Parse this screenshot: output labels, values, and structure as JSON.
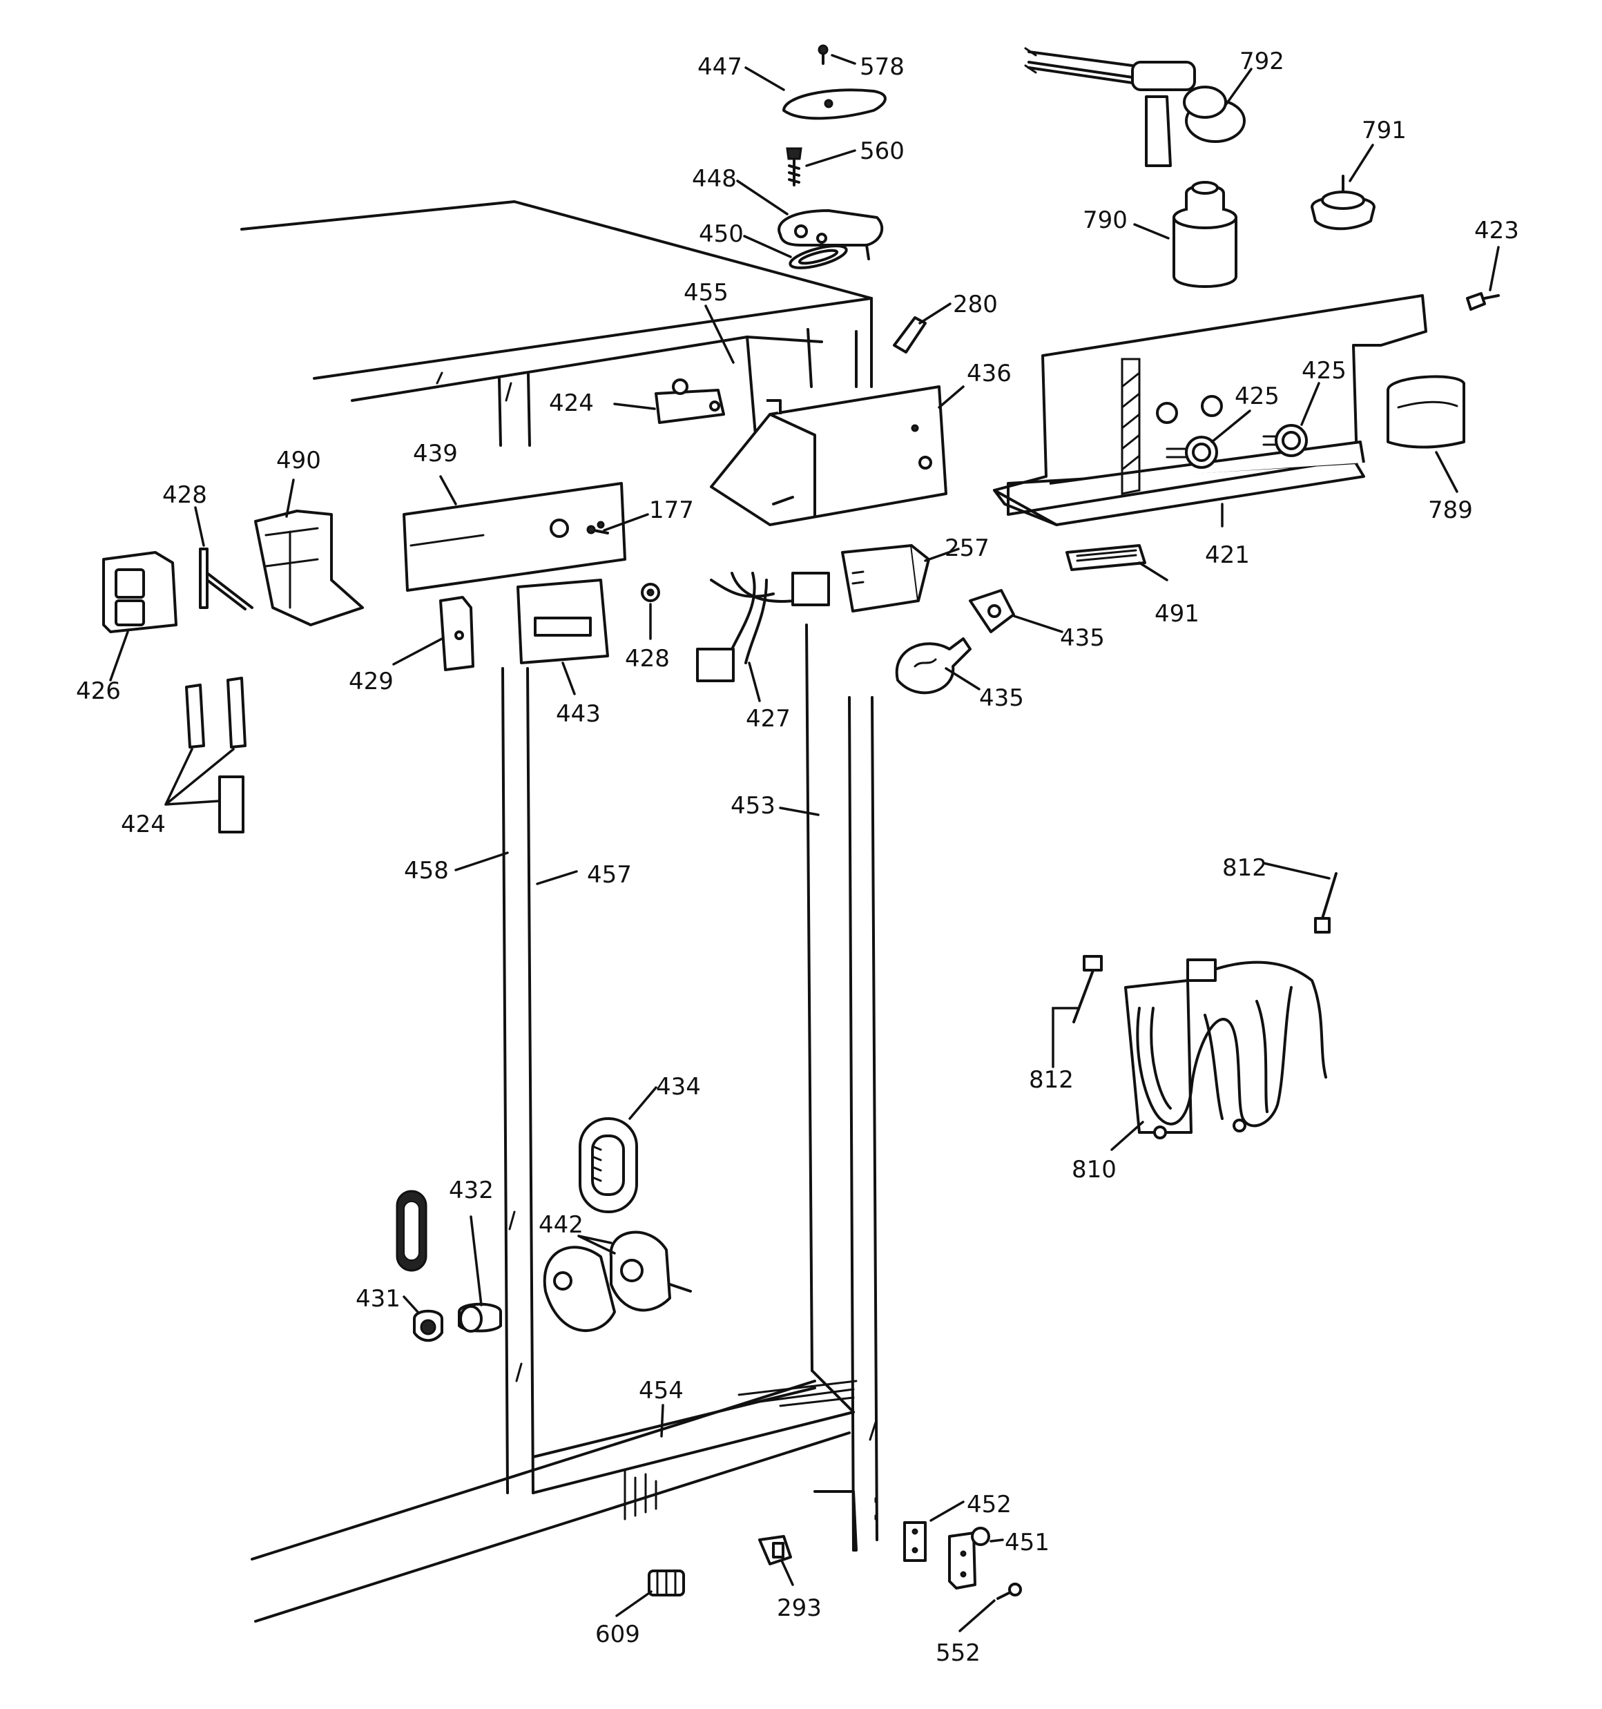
{
  "callouts": [
    {
      "id": "c447",
      "text": "447"
    },
    {
      "id": "c578",
      "text": "578"
    },
    {
      "id": "c560",
      "text": "560"
    },
    {
      "id": "c448",
      "text": "448"
    },
    {
      "id": "c450",
      "text": "450"
    },
    {
      "id": "c455",
      "text": "455"
    },
    {
      "id": "c280",
      "text": "280"
    },
    {
      "id": "c792",
      "text": "792"
    },
    {
      "id": "c791",
      "text": "791"
    },
    {
      "id": "c790",
      "text": "790"
    },
    {
      "id": "c423",
      "text": "423"
    },
    {
      "id": "c436",
      "text": "436"
    },
    {
      "id": "c424a",
      "text": "424"
    },
    {
      "id": "c425a",
      "text": "425"
    },
    {
      "id": "c425b",
      "text": "425"
    },
    {
      "id": "c789",
      "text": "789"
    },
    {
      "id": "c421",
      "text": "421"
    },
    {
      "id": "c491",
      "text": "491"
    },
    {
      "id": "c439",
      "text": "439"
    },
    {
      "id": "c490",
      "text": "490"
    },
    {
      "id": "c428a",
      "text": "428"
    },
    {
      "id": "c177",
      "text": "177"
    },
    {
      "id": "c257",
      "text": "257"
    },
    {
      "id": "c435a",
      "text": "435"
    },
    {
      "id": "c435b",
      "text": "435"
    },
    {
      "id": "c426",
      "text": "426"
    },
    {
      "id": "c429",
      "text": "429"
    },
    {
      "id": "c443",
      "text": "443"
    },
    {
      "id": "c428b",
      "text": "428"
    },
    {
      "id": "c427",
      "text": "427"
    },
    {
      "id": "c424b",
      "text": "424"
    },
    {
      "id": "c453",
      "text": "453"
    },
    {
      "id": "c458",
      "text": "458"
    },
    {
      "id": "c457",
      "text": "457"
    },
    {
      "id": "c812a",
      "text": "812"
    },
    {
      "id": "c812b",
      "text": "812"
    },
    {
      "id": "c810",
      "text": "810"
    },
    {
      "id": "c434",
      "text": "434"
    },
    {
      "id": "c432",
      "text": "432"
    },
    {
      "id": "c442",
      "text": "442"
    },
    {
      "id": "c431",
      "text": "431"
    },
    {
      "id": "c454",
      "text": "454"
    },
    {
      "id": "c452",
      "text": "452"
    },
    {
      "id": "c451",
      "text": "451"
    },
    {
      "id": "c293",
      "text": "293"
    },
    {
      "id": "c609",
      "text": "609"
    },
    {
      "id": "c552",
      "text": "552"
    }
  ]
}
